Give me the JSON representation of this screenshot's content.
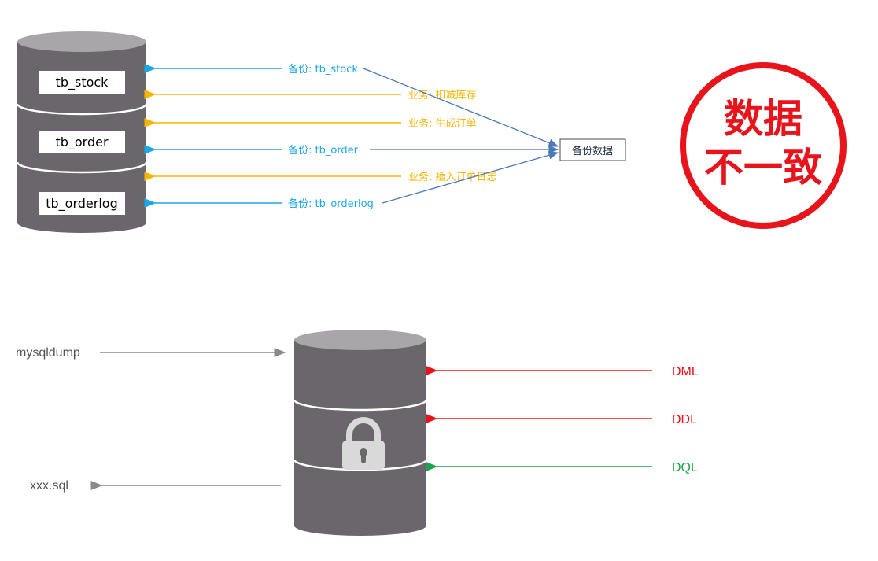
{
  "top_section": {
    "tables": [
      "tb_stock",
      "tb_order",
      "tb_orderlog"
    ],
    "arrows": [
      {
        "text": "备份: tb_stock",
        "kind": "backup"
      },
      {
        "text": "业务: 扣减库存",
        "kind": "business"
      },
      {
        "text": "业务: 生成订单",
        "kind": "business"
      },
      {
        "text": "备份: tb_order",
        "kind": "backup"
      },
      {
        "text": "业务: 插入订单日志",
        "kind": "business"
      },
      {
        "text": "备份: tb_orderlog",
        "kind": "backup"
      }
    ],
    "backup_box_label": "备份数据",
    "warning_line1": "数据",
    "warning_line2": "不一致"
  },
  "bottom_section": {
    "input_label": "mysqldump",
    "output_label": "xxx.sql",
    "operations": [
      {
        "text": "DML",
        "status": "blocked"
      },
      {
        "text": "DDL",
        "status": "blocked"
      },
      {
        "text": "DQL",
        "status": "allowed"
      }
    ],
    "lock_icon": "padlock-icon"
  },
  "colors": {
    "backup": "#1ea7e6",
    "business": "#f7b500",
    "blocked": "#e8141b",
    "allowed": "#1aa34a",
    "connector": "#4a7ab8",
    "cylinder": "#6b666b",
    "cylinder_top": "#a9a6aa",
    "gray_arrow": "#8a8a8a",
    "warning": "#e8141b"
  }
}
